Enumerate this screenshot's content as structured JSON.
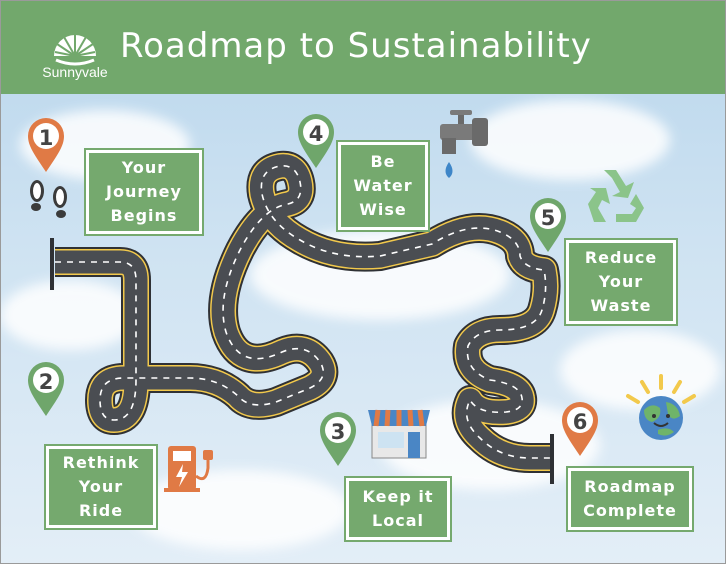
{
  "header": {
    "brand": "Sunnyvale",
    "title": "Roadmap to Sustainability",
    "color": "#72a86c"
  },
  "steps": [
    {
      "number": "1",
      "label": "Your\nJourney\nBegins",
      "pin_color": "#e07a45",
      "icon": "footprints-icon"
    },
    {
      "number": "2",
      "label": "Rethink\nYour\nRide",
      "pin_color": "#6fa66b",
      "icon": "ev-charger-icon"
    },
    {
      "number": "3",
      "label": "Keep it\nLocal",
      "pin_color": "#6fa66b",
      "icon": "storefront-icon"
    },
    {
      "number": "4",
      "label": "Be\nWater\nWise",
      "pin_color": "#6fa66b",
      "icon": "faucet-icon"
    },
    {
      "number": "5",
      "label": "Reduce\nYour\nWaste",
      "pin_color": "#6fa66b",
      "icon": "recycle-icon"
    },
    {
      "number": "6",
      "label": "Roadmap\nComplete",
      "pin_color": "#e07a45",
      "icon": "smiling-earth-icon"
    }
  ],
  "colors": {
    "box_green": "#75a96e",
    "road": "#4a4d52",
    "road_dash": "#ffffff",
    "road_edge": "#f2c94c",
    "accent_orange": "#e07a45"
  }
}
